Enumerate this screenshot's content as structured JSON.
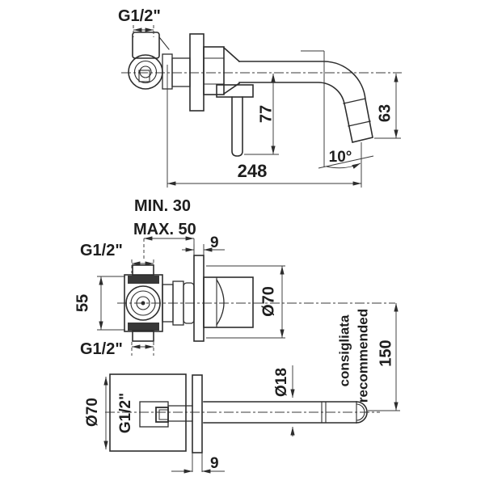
{
  "drawing": {
    "title": "wall-mounted-basin-mixer-technical-drawing",
    "background": "#ffffff",
    "line_color": "#2d2d2d",
    "text_color": "#1e1e1e",
    "views": {
      "top": {
        "thread_label": "G1/2\"",
        "handle_length": "77",
        "spout_reach": "248",
        "spout_drop": "63",
        "tip_angle": "10°"
      },
      "front": {
        "depth_min": "MIN. 30",
        "depth_max": "MAX. 50",
        "plate_thickness": "9",
        "thread_top": "G1/2\"",
        "body_height": "55",
        "thread_bottom": "G1/2\"",
        "plate_diameter": "Ø70",
        "spacing": "150",
        "note_italian": "consigliata",
        "note_english": "recommended"
      },
      "bottom": {
        "plate_diameter": "Ø70",
        "thread_label": "G1/2\"",
        "spout_diameter": "Ø18",
        "plate_thickness": "9"
      }
    }
  }
}
